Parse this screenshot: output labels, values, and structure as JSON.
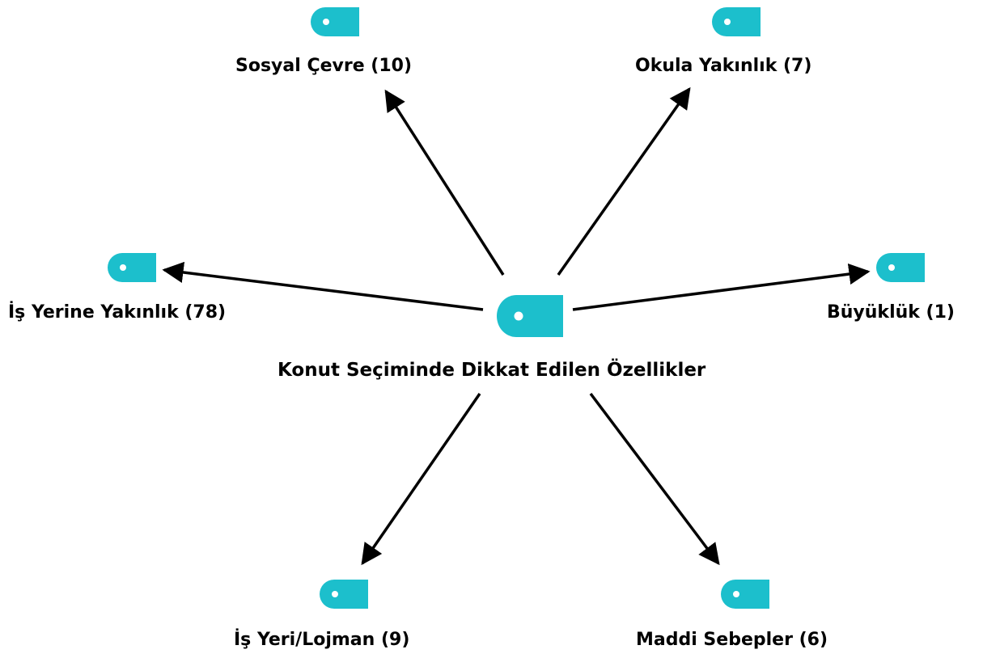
{
  "diagram": {
    "center": {
      "label": "Konut Seçiminde Dikkat Edilen Özellikler"
    },
    "nodes": [
      {
        "id": "sosyal-cevre",
        "label": "Sosyal Çevre (10)"
      },
      {
        "id": "okula-yakinlik",
        "label": "Okula Yakınlık (7)"
      },
      {
        "id": "is-yerine-yakinlik",
        "label": "İş Yerine Yakınlık (78)"
      },
      {
        "id": "buyukluk",
        "label": "Büyüklük (1)"
      },
      {
        "id": "is-yeri-lojman",
        "label": "İş Yeri/Lojman (9)"
      },
      {
        "id": "maddi-sebepler",
        "label": "Maddi Sebepler (6)"
      }
    ]
  },
  "colors": {
    "tag": "#1cbfcc",
    "arrow": "#000000",
    "text": "#000000"
  },
  "icon": "tag-icon"
}
